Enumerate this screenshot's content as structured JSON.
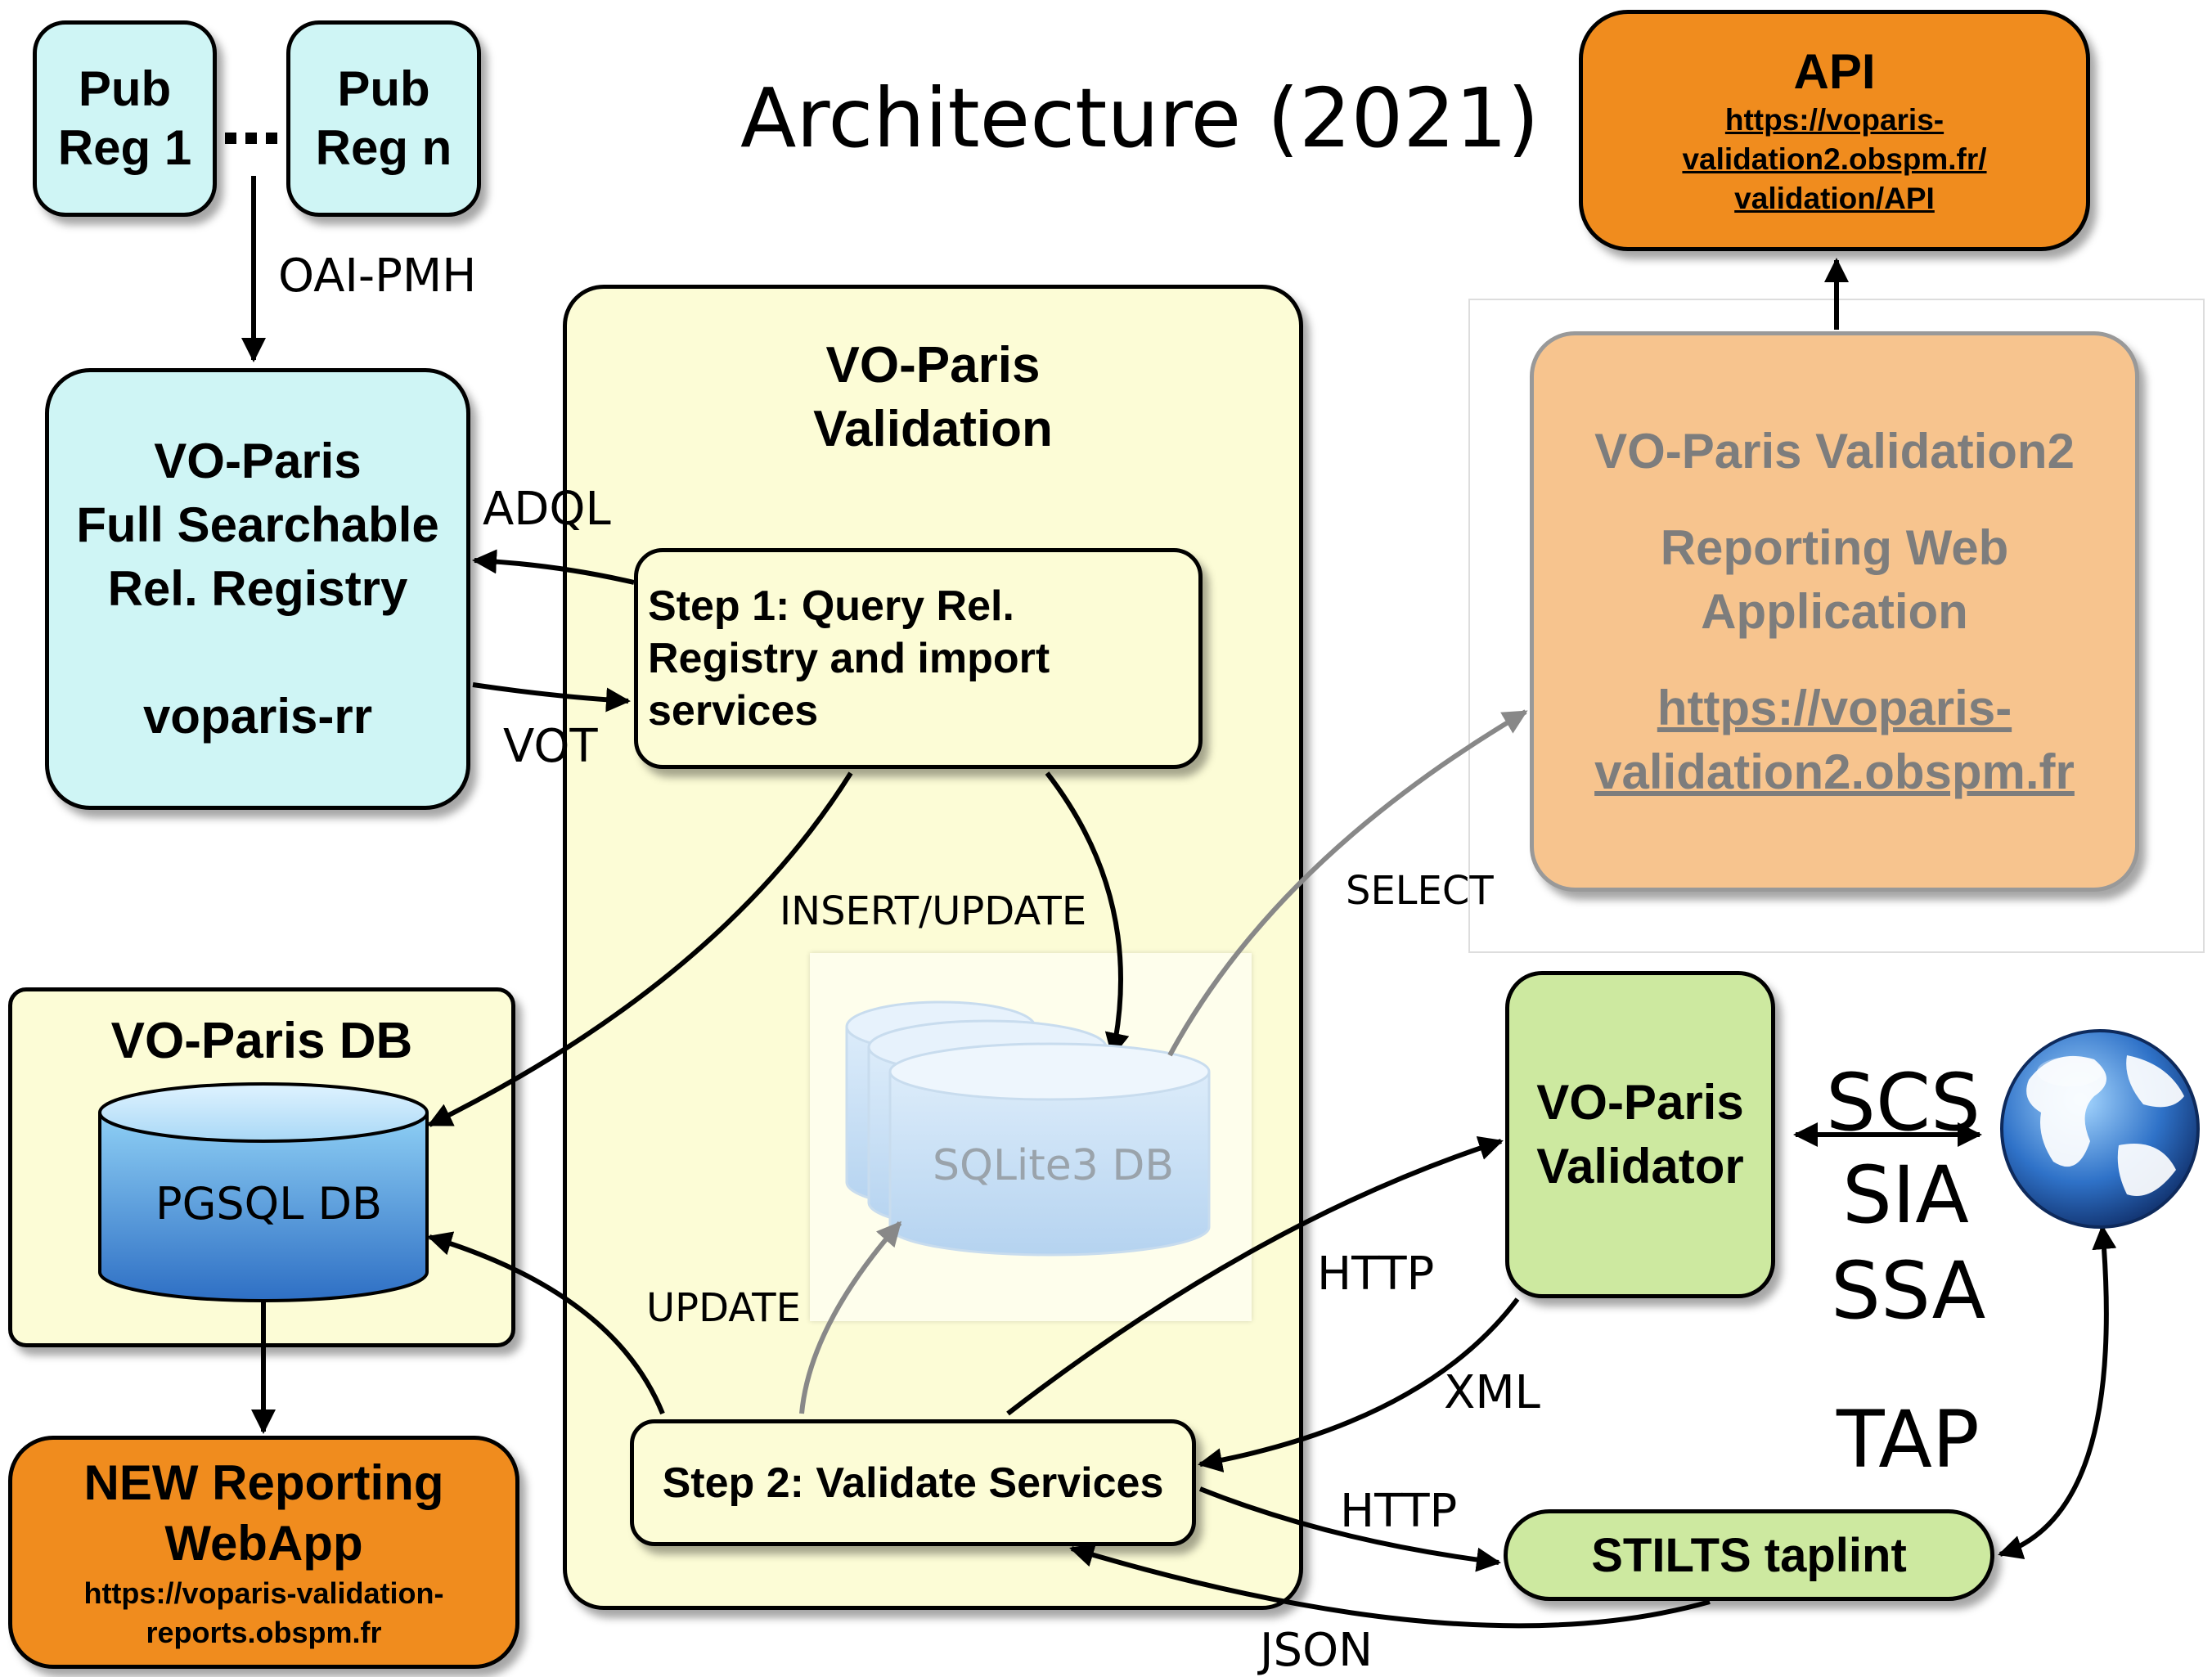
{
  "title": "Architecture (2021)",
  "pub_reg_1": [
    "Pub",
    "Reg 1"
  ],
  "pub_reg_n": [
    "Pub",
    "Reg n"
  ],
  "full_registry": [
    "VO-Paris",
    "Full Searchable",
    "Rel. Registry",
    "voparis-rr"
  ],
  "validation_container": [
    "VO-Paris",
    "Validation"
  ],
  "step1": [
    "Step 1: Query Rel.",
    "Registry and import",
    "services"
  ],
  "step2": "Step 2: Validate Services",
  "sqlite_db": "SQLite3 DB",
  "paris_db_title": "VO-Paris DB",
  "pgsql_db": "PGSQL DB",
  "new_reporting": {
    "title": [
      "NEW Reporting",
      "WebApp"
    ],
    "url": [
      "https://voparis-validation-",
      "reports.obspm.fr"
    ]
  },
  "api": {
    "title": "API",
    "url": [
      "https://voparis-",
      "validation2.obspm.fr/",
      "validation/API"
    ]
  },
  "validation2": {
    "title": "VO-Paris Validation2",
    "subtitle": [
      "Reporting Web",
      "Application"
    ],
    "url": [
      "https://voparis-",
      "validation2.obspm.fr"
    ]
  },
  "validator": [
    "VO-Paris",
    "Validator"
  ],
  "stilts": "STILTS taplint",
  "protocols": [
    "SCS",
    "SIA",
    "SSA",
    "TAP"
  ],
  "edge_labels": {
    "oai": "OAI-PMH",
    "adql": "ADQL",
    "vot": "VOT",
    "insert_update": "INSERT/UPDATE",
    "select": "SELECT",
    "update": "UPDATE",
    "http1": "HTTP",
    "xml": "XML",
    "http2": "HTTP",
    "json": "JSON"
  },
  "colors": {
    "cyan": "#cff5f5",
    "yellow": "#fcfcd6",
    "orange": "#f08c1e",
    "light_orange": "#f7c48e",
    "green": "#cde9a0",
    "db_blue": "#4a8fe0",
    "gray": "#888888"
  }
}
